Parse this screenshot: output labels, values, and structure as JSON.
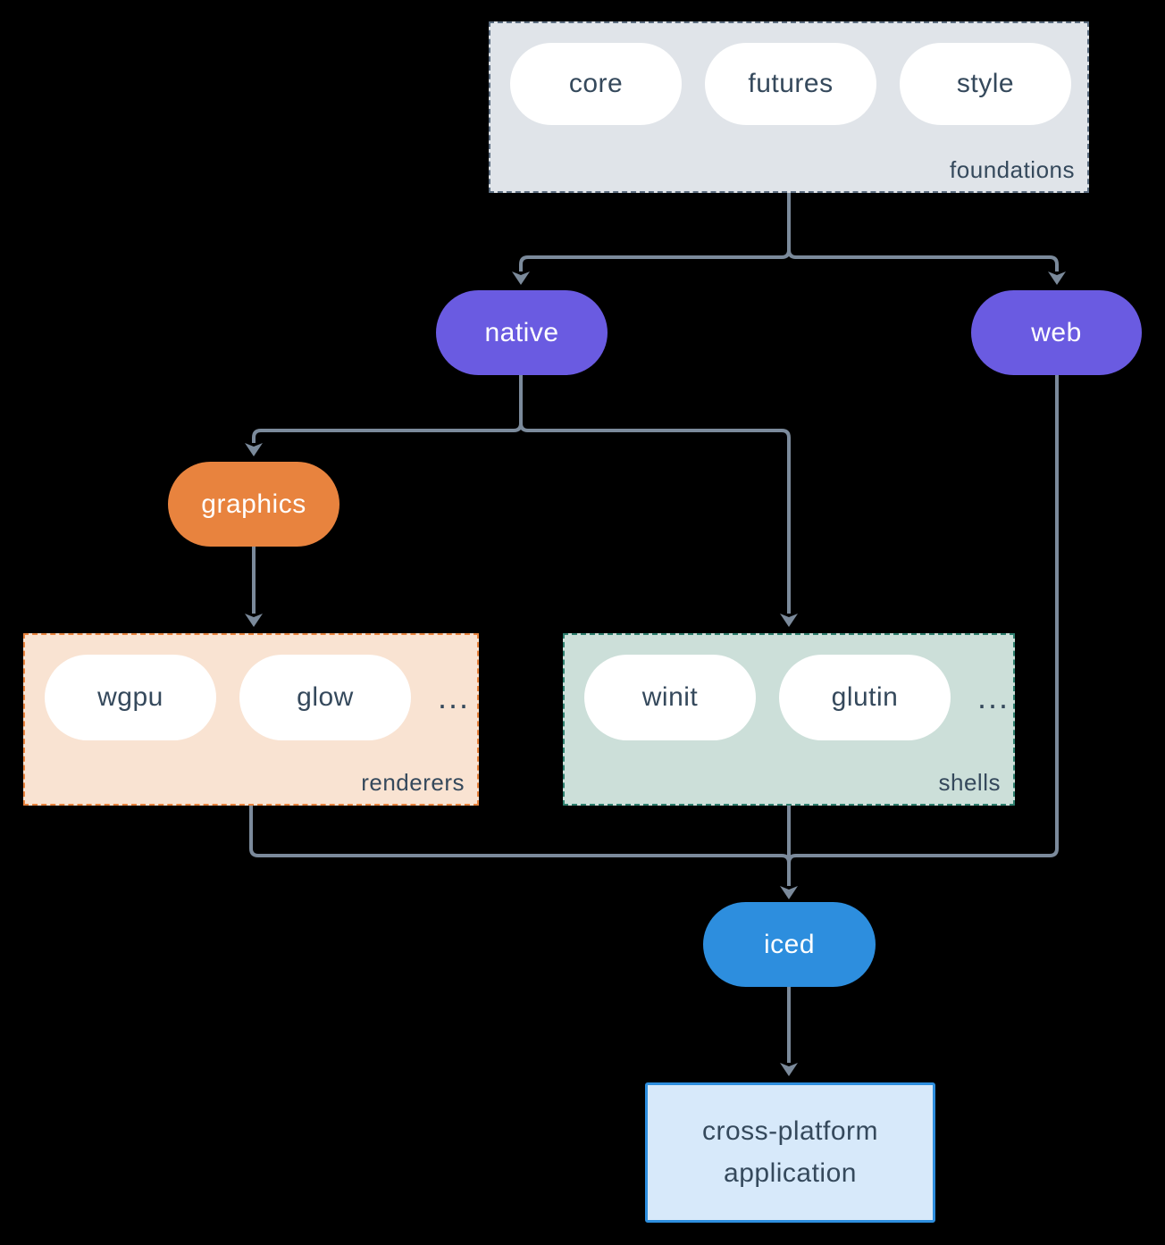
{
  "diagram": {
    "foundations": {
      "label": "foundations",
      "items": [
        "core",
        "futures",
        "style"
      ]
    },
    "native": {
      "label": "native"
    },
    "web": {
      "label": "web"
    },
    "graphics": {
      "label": "graphics"
    },
    "renderers": {
      "label": "renderers",
      "items": [
        "wgpu",
        "glow"
      ],
      "ellipsis": "..."
    },
    "shells": {
      "label": "shells",
      "items": [
        "winit",
        "glutin"
      ],
      "ellipsis": "..."
    },
    "iced": {
      "label": "iced"
    },
    "application": {
      "label": "cross-platform application"
    }
  },
  "colors": {
    "background": "#000000",
    "connector": "#7b8a9b",
    "foundations_fill": "#e0e4e9",
    "foundations_border": "#5c6d80",
    "node_purple": "#6a5be1",
    "node_orange": "#e8833e",
    "node_blue": "#2d8ede",
    "renderers_fill": "#f9e3d2",
    "renderers_border": "#e8833e",
    "shells_fill": "#ccdfd9",
    "shells_border": "#2e7f6e",
    "application_fill": "#d7e9fa",
    "application_border": "#2d8ede",
    "pill_fill": "#ffffff",
    "text_dark": "#35495c",
    "text_light": "#ffffff"
  }
}
